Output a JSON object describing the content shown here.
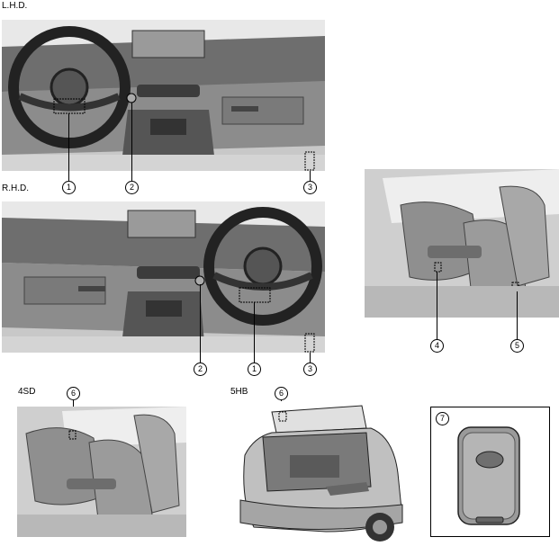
{
  "labels": {
    "lhd": "L.H.D.",
    "rhd": "R.H.D.",
    "sd": "4SD",
    "hb": "5HB"
  },
  "callouts": {
    "n1": "1",
    "n2": "2",
    "n3": "3",
    "n4": "4",
    "n5": "5",
    "n6": "6",
    "n7": "7"
  }
}
